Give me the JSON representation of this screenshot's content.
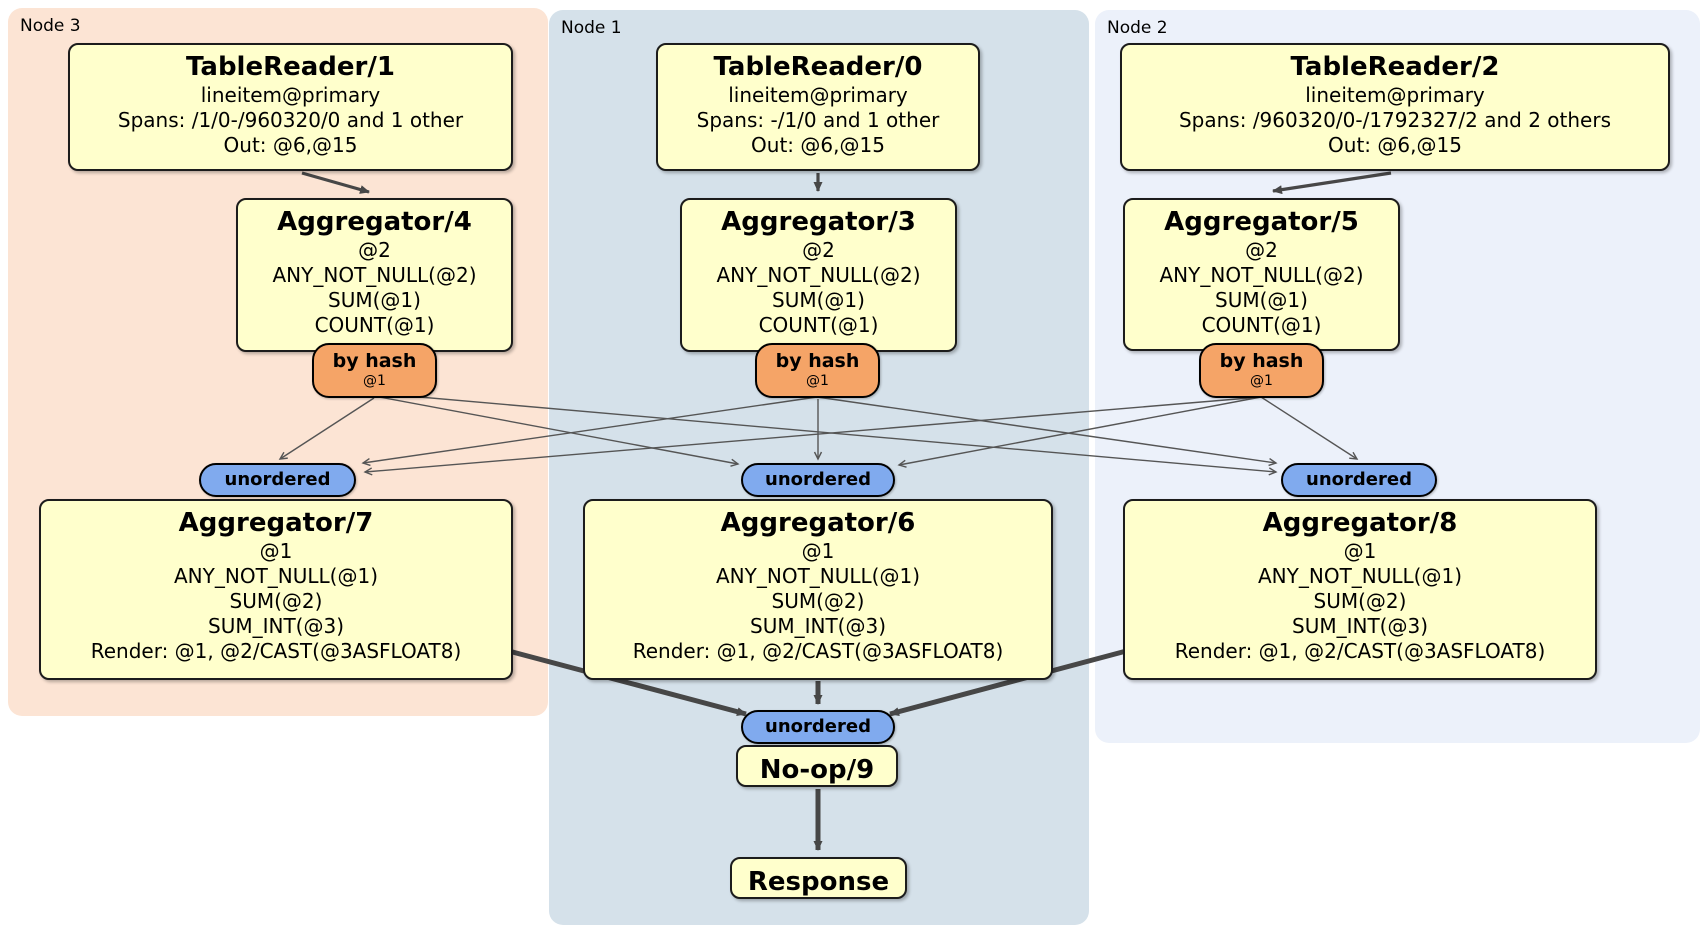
{
  "regions": {
    "node3": {
      "label": "Node 3",
      "color": "#fce4d4"
    },
    "node1": {
      "label": "Node 1",
      "color": "#d5e1ea"
    },
    "node2": {
      "label": "Node 2",
      "color": "#ecf1fa"
    }
  },
  "colors": {
    "box_fill": "#ffffcc",
    "router_fill": "#f5a467",
    "sync_fill": "#80aaee",
    "edge_thin": "#555555",
    "edge_thick": "#474747"
  },
  "processors": {
    "tr1": {
      "title": "TableReader/1",
      "lines": [
        "lineitem@primary",
        "Spans: /1/0-/960320/0 and 1 other",
        "Out: @6,@15"
      ]
    },
    "tr0": {
      "title": "TableReader/0",
      "lines": [
        "lineitem@primary",
        "Spans: -/1/0 and 1 other",
        "Out: @6,@15"
      ]
    },
    "tr2": {
      "title": "TableReader/2",
      "lines": [
        "lineitem@primary",
        "Spans: /960320/0-/1792327/2 and 2 others",
        "Out: @6,@15"
      ]
    },
    "agg4": {
      "title": "Aggregator/4",
      "lines": [
        "@2",
        "ANY_NOT_NULL(@2)",
        "SUM(@1)",
        "COUNT(@1)"
      ]
    },
    "agg3": {
      "title": "Aggregator/3",
      "lines": [
        "@2",
        "ANY_NOT_NULL(@2)",
        "SUM(@1)",
        "COUNT(@1)"
      ]
    },
    "agg5": {
      "title": "Aggregator/5",
      "lines": [
        "@2",
        "ANY_NOT_NULL(@2)",
        "SUM(@1)",
        "COUNT(@1)"
      ]
    },
    "agg7": {
      "title": "Aggregator/7",
      "lines": [
        "@1",
        "ANY_NOT_NULL(@1)",
        "SUM(@2)",
        "SUM_INT(@3)",
        "Render: @1, @2/CAST(@3ASFLOAT8)"
      ]
    },
    "agg6": {
      "title": "Aggregator/6",
      "lines": [
        "@1",
        "ANY_NOT_NULL(@1)",
        "SUM(@2)",
        "SUM_INT(@3)",
        "Render: @1, @2/CAST(@3ASFLOAT8)"
      ]
    },
    "agg8": {
      "title": "Aggregator/8",
      "lines": [
        "@1",
        "ANY_NOT_NULL(@1)",
        "SUM(@2)",
        "SUM_INT(@3)",
        "Render: @1, @2/CAST(@3ASFLOAT8)"
      ]
    },
    "noop": {
      "title": "No-op/9"
    },
    "response": {
      "title": "Response"
    }
  },
  "router": {
    "label": "by hash",
    "detail": "@1"
  },
  "sync": {
    "label": "unordered"
  }
}
